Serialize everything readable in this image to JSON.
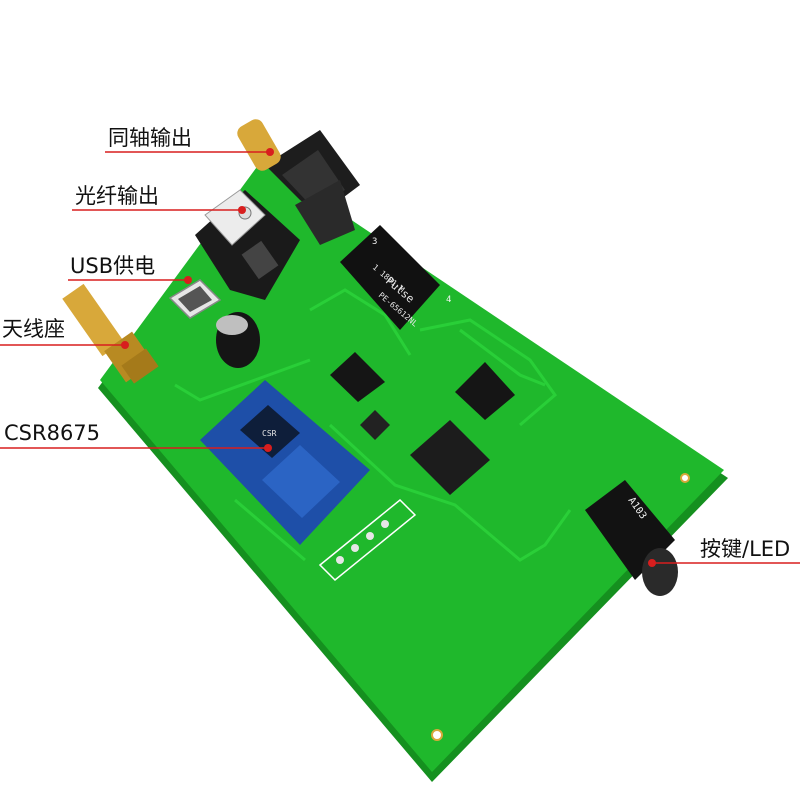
{
  "callouts": [
    {
      "id": "coax",
      "label": "同轴输出"
    },
    {
      "id": "optical",
      "label": "光纤输出"
    },
    {
      "id": "usb",
      "label": "USB供电"
    },
    {
      "id": "antenna",
      "label": "天线座"
    },
    {
      "id": "csr",
      "label": "CSR8675"
    },
    {
      "id": "button",
      "label": "按键/LED"
    }
  ],
  "markings": {
    "transformer_brand": "Pulse",
    "transformer_part": "PE-65612NL",
    "transformer_code": "1 1801-M",
    "transformer_pin3": "3",
    "transformer_pin4": "4",
    "jack_silk": "A103",
    "module_silk": "CSR"
  },
  "colors": {
    "board": "#1fb82c",
    "board_edge": "#15901f",
    "trace": "#2bd23a",
    "callout_line": "#d81e1e",
    "gold": "#d8a83a"
  }
}
